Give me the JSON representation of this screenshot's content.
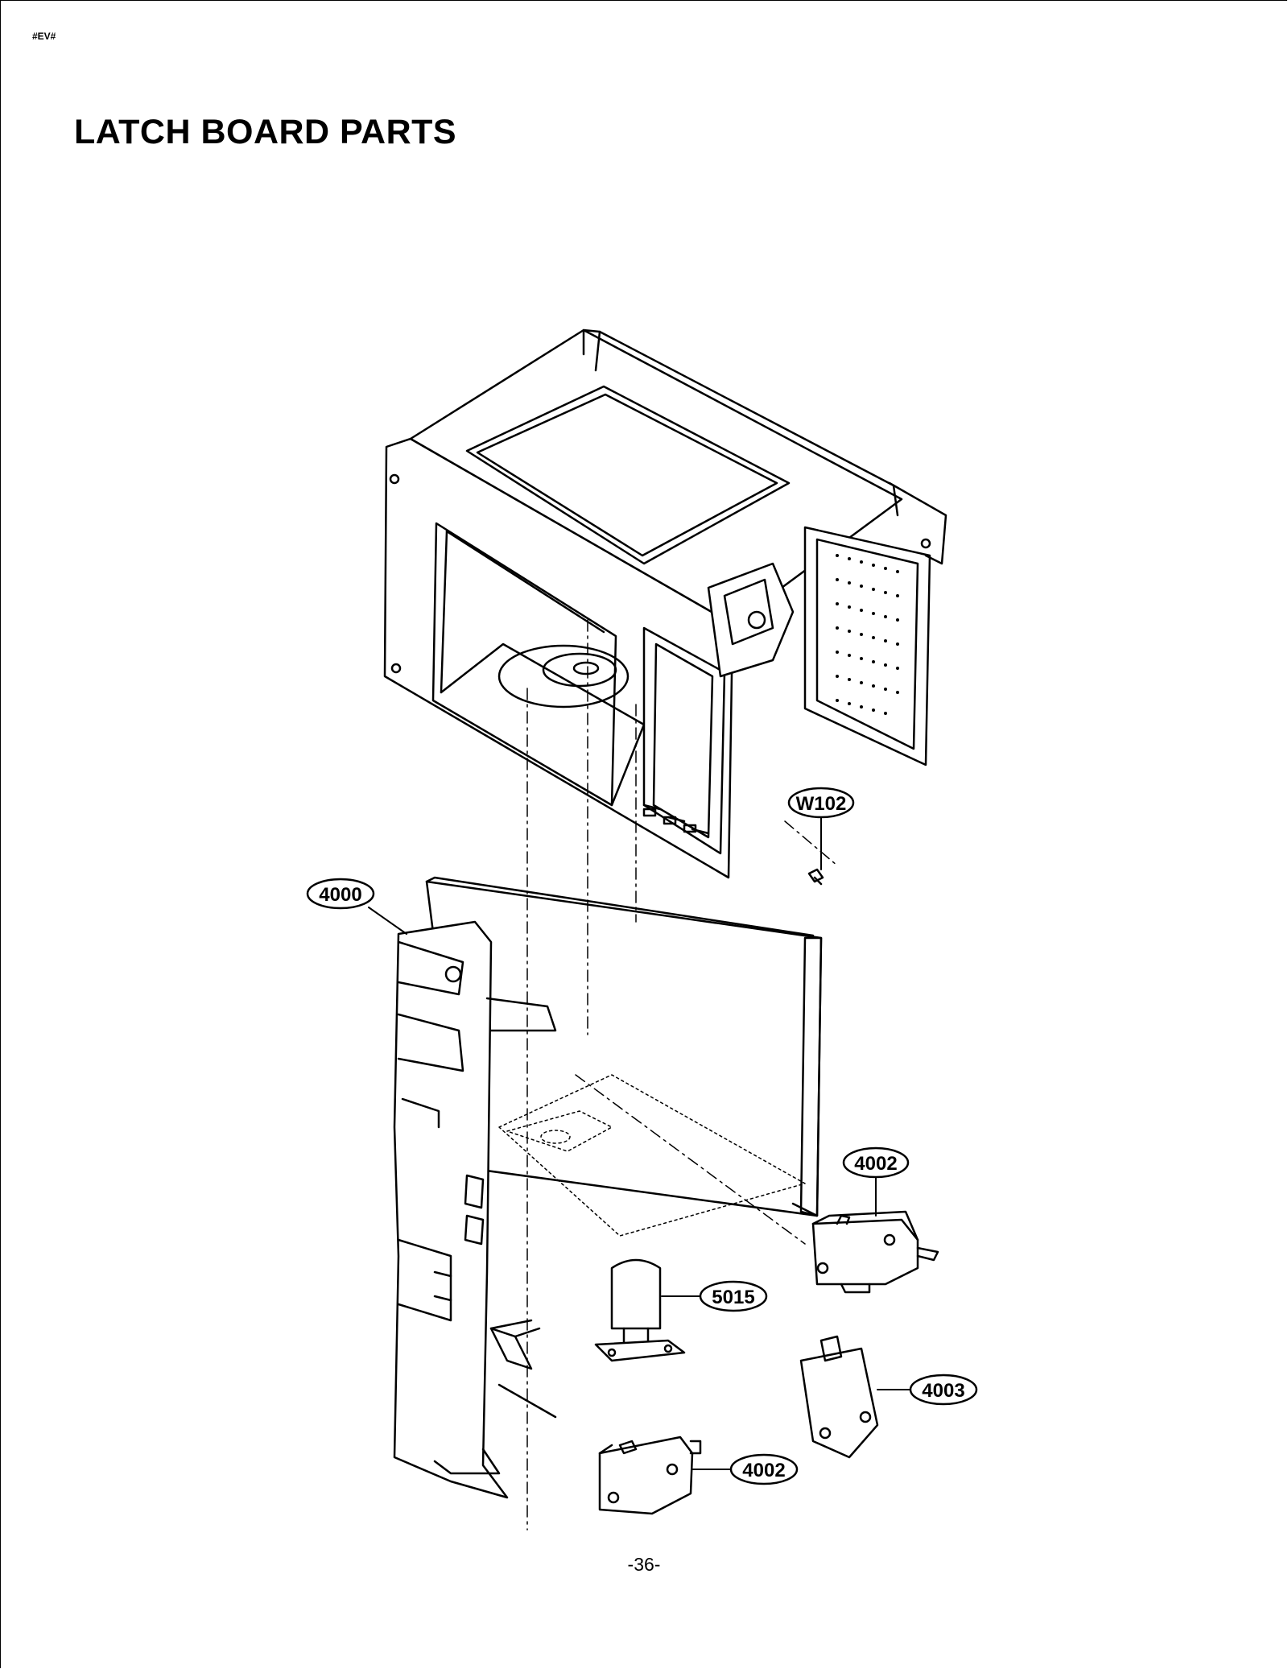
{
  "page": {
    "code": "#EV#",
    "title": "LATCH BOARD PARTS",
    "page_number": "-36-"
  },
  "callouts": [
    {
      "id": "w102",
      "label": "W102"
    },
    {
      "id": "4000",
      "label": "4000"
    },
    {
      "id": "4002a",
      "label": "4002"
    },
    {
      "id": "5015",
      "label": "5015"
    },
    {
      "id": "4003",
      "label": "4003"
    },
    {
      "id": "4002b",
      "label": "4002"
    }
  ]
}
